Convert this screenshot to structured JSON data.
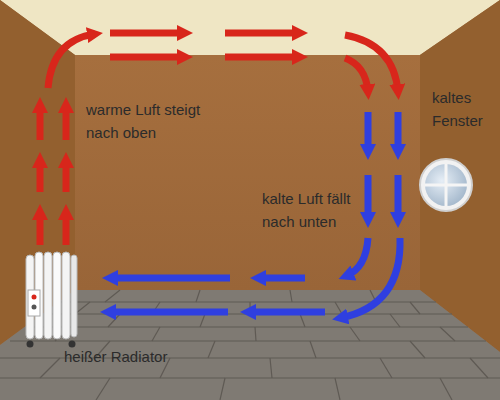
{
  "diagram": {
    "labels": [
      "warme Luft steigt nach oben",
      "kaltes Fenster",
      "kalte Luft fällt nach unten",
      "heißer Radiator"
    ]
  }
}
